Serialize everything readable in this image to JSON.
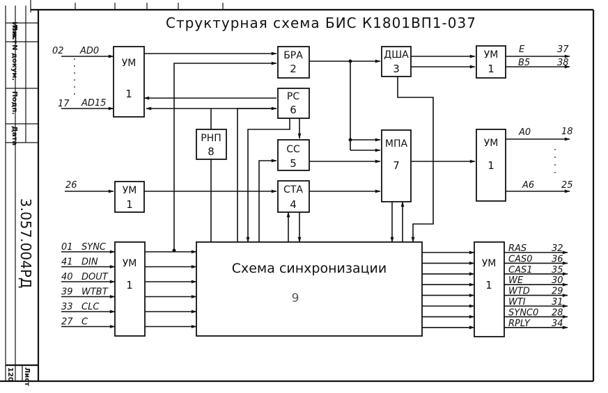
{
  "title": "Структурная  схема  БИС  К1801ВП1-037",
  "stamp": {
    "columns": [
      "Изм.",
      "Лист",
      "N докум.",
      "Подп.",
      "Дата"
    ],
    "document_number": "3.057.004РД",
    "sheet_label": "Лист",
    "sheet_number": "120"
  },
  "blocks": {
    "um_in_ad": {
      "name": "УМ",
      "num": "1"
    },
    "bra": {
      "name": "БРА",
      "num": "2"
    },
    "dsha": {
      "name": "ДША",
      "num": "3"
    },
    "um_out_e": {
      "name": "УМ",
      "num": "1"
    },
    "rs": {
      "name": "РС",
      "num": "6"
    },
    "rnp": {
      "name": "РНП",
      "num": "8"
    },
    "ss": {
      "name": "СС",
      "num": "5"
    },
    "mpa": {
      "name": "МПА",
      "num": "7"
    },
    "um_out_a": {
      "name": "УМ",
      "num": "1"
    },
    "um_in_26": {
      "name": "УМ",
      "num": "1"
    },
    "sta": {
      "name": "СТА",
      "num": "4"
    },
    "um_in_ctrl": {
      "name": "УМ",
      "num": "1"
    },
    "sync": {
      "name": "Схема синхронизации",
      "num": "9"
    },
    "um_out_ctrl": {
      "name": "УМ",
      "num": "1"
    }
  },
  "inputs_ad": [
    {
      "pin": "02",
      "signal": "AD0"
    },
    {
      "pin": "17",
      "signal": "AD15"
    }
  ],
  "input_26": {
    "pin": "26"
  },
  "inputs_ctrl": [
    {
      "pin": "01",
      "signal": "SYNC"
    },
    {
      "pin": "41",
      "signal": "DIN"
    },
    {
      "pin": "40",
      "signal": "DOUT"
    },
    {
      "pin": "39",
      "signal": "WTBT"
    },
    {
      "pin": "33",
      "signal": "CLC"
    },
    {
      "pin": "27",
      "signal": "C"
    }
  ],
  "outputs_e": [
    {
      "signal": "E",
      "pin": "37"
    },
    {
      "signal": "B5",
      "pin": "38"
    }
  ],
  "outputs_a": [
    {
      "signal": "A0",
      "pin": "18"
    },
    {
      "signal": "A6",
      "pin": "25"
    }
  ],
  "outputs_ctrl": [
    {
      "signal": "RAS",
      "pin": "32"
    },
    {
      "signal": "CAS0",
      "pin": "36"
    },
    {
      "signal": "CAS1",
      "pin": "35"
    },
    {
      "signal": "WE",
      "pin": "30"
    },
    {
      "signal": "WTD",
      "pin": "29"
    },
    {
      "signal": "WTI",
      "pin": "31"
    },
    {
      "signal": "SYNC0",
      "pin": "28"
    },
    {
      "signal": "RPLY",
      "pin": "34"
    }
  ]
}
